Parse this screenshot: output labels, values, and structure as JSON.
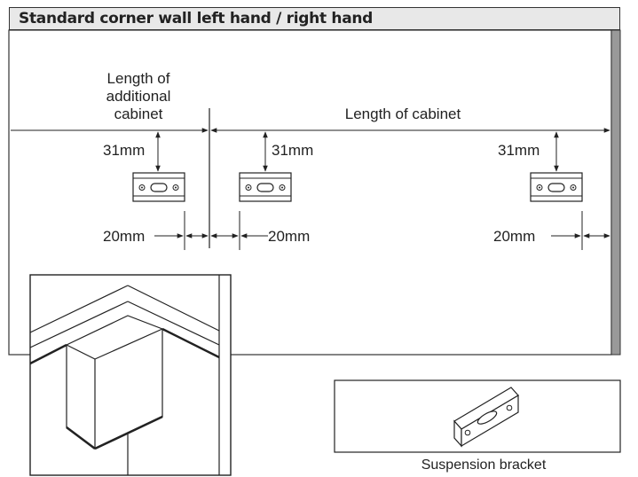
{
  "title": "Standard corner wall left hand / right hand",
  "labels": {
    "length_additional_line1": "Length of",
    "length_additional_line2": "additional",
    "length_additional_line3": "cabinet",
    "length_cabinet": "Length of cabinet",
    "dim_31_a": "31mm",
    "dim_31_b": "31mm",
    "dim_31_c": "31mm",
    "dim_20_a": "20mm",
    "dim_20_b": "20mm",
    "dim_20_c": "20mm"
  },
  "bracket_caption": "Suspension bracket"
}
